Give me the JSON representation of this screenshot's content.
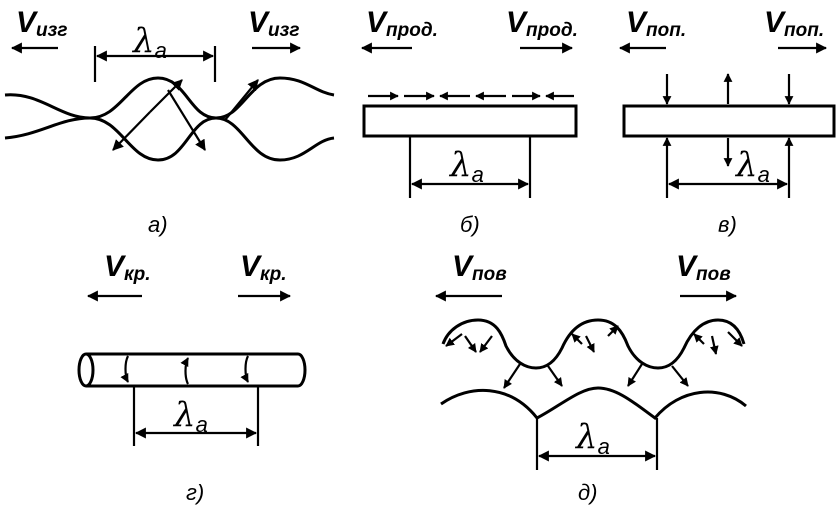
{
  "panels": {
    "a": {
      "v_left": {
        "base": "V",
        "sub": "изг"
      },
      "v_right": {
        "base": "V",
        "sub": "изг"
      },
      "lambda": {
        "base": "λ",
        "sub": "a"
      },
      "caption": "а)"
    },
    "b": {
      "v_left": {
        "base": "V",
        "sub": "прод."
      },
      "v_right": {
        "base": "V",
        "sub": "прод."
      },
      "lambda": {
        "base": "λ",
        "sub": "a"
      },
      "caption": "б)"
    },
    "v": {
      "v_left": {
        "base": "V",
        "sub": "поп."
      },
      "v_right": {
        "base": "V",
        "sub": "поп."
      },
      "lambda": {
        "base": "λ",
        "sub": "a"
      },
      "caption": "в)"
    },
    "g": {
      "v_left": {
        "base": "V",
        "sub": "кр."
      },
      "v_right": {
        "base": "V",
        "sub": "кр."
      },
      "lambda": {
        "base": "λ",
        "sub": "a"
      },
      "caption": "г)"
    },
    "d": {
      "v_left": {
        "base": "V",
        "sub": "пов"
      },
      "v_right": {
        "base": "V",
        "sub": "пов"
      },
      "lambda": {
        "base": "λ",
        "sub": "a"
      },
      "caption": "д)"
    }
  }
}
